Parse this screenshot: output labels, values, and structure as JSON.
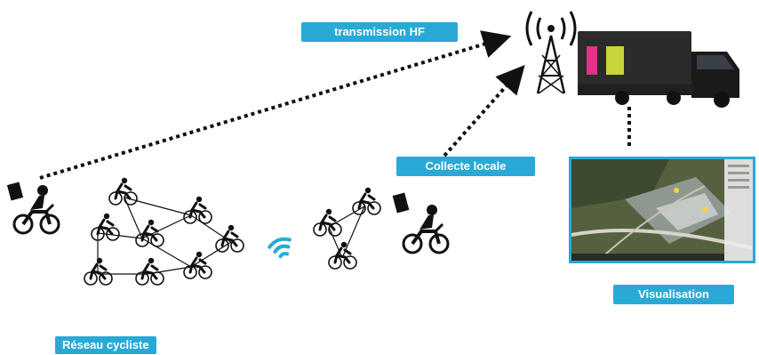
{
  "labels": {
    "transmission": "transmission HF",
    "collecte": "Collecte locale",
    "visualisation": "Visualisation",
    "reseau": "Réseau cycliste"
  },
  "icons": {
    "antenna": "radio-antenna-icon",
    "truck": "broadcast-truck-icon",
    "moto_left": "motorcycle-camera-icon",
    "moto_right": "motorcycle-camera-icon",
    "wifi": "wifi-signal-icon",
    "map": "satellite-map-screen"
  },
  "colors": {
    "accent": "#29a9d6",
    "ink": "#111111"
  }
}
